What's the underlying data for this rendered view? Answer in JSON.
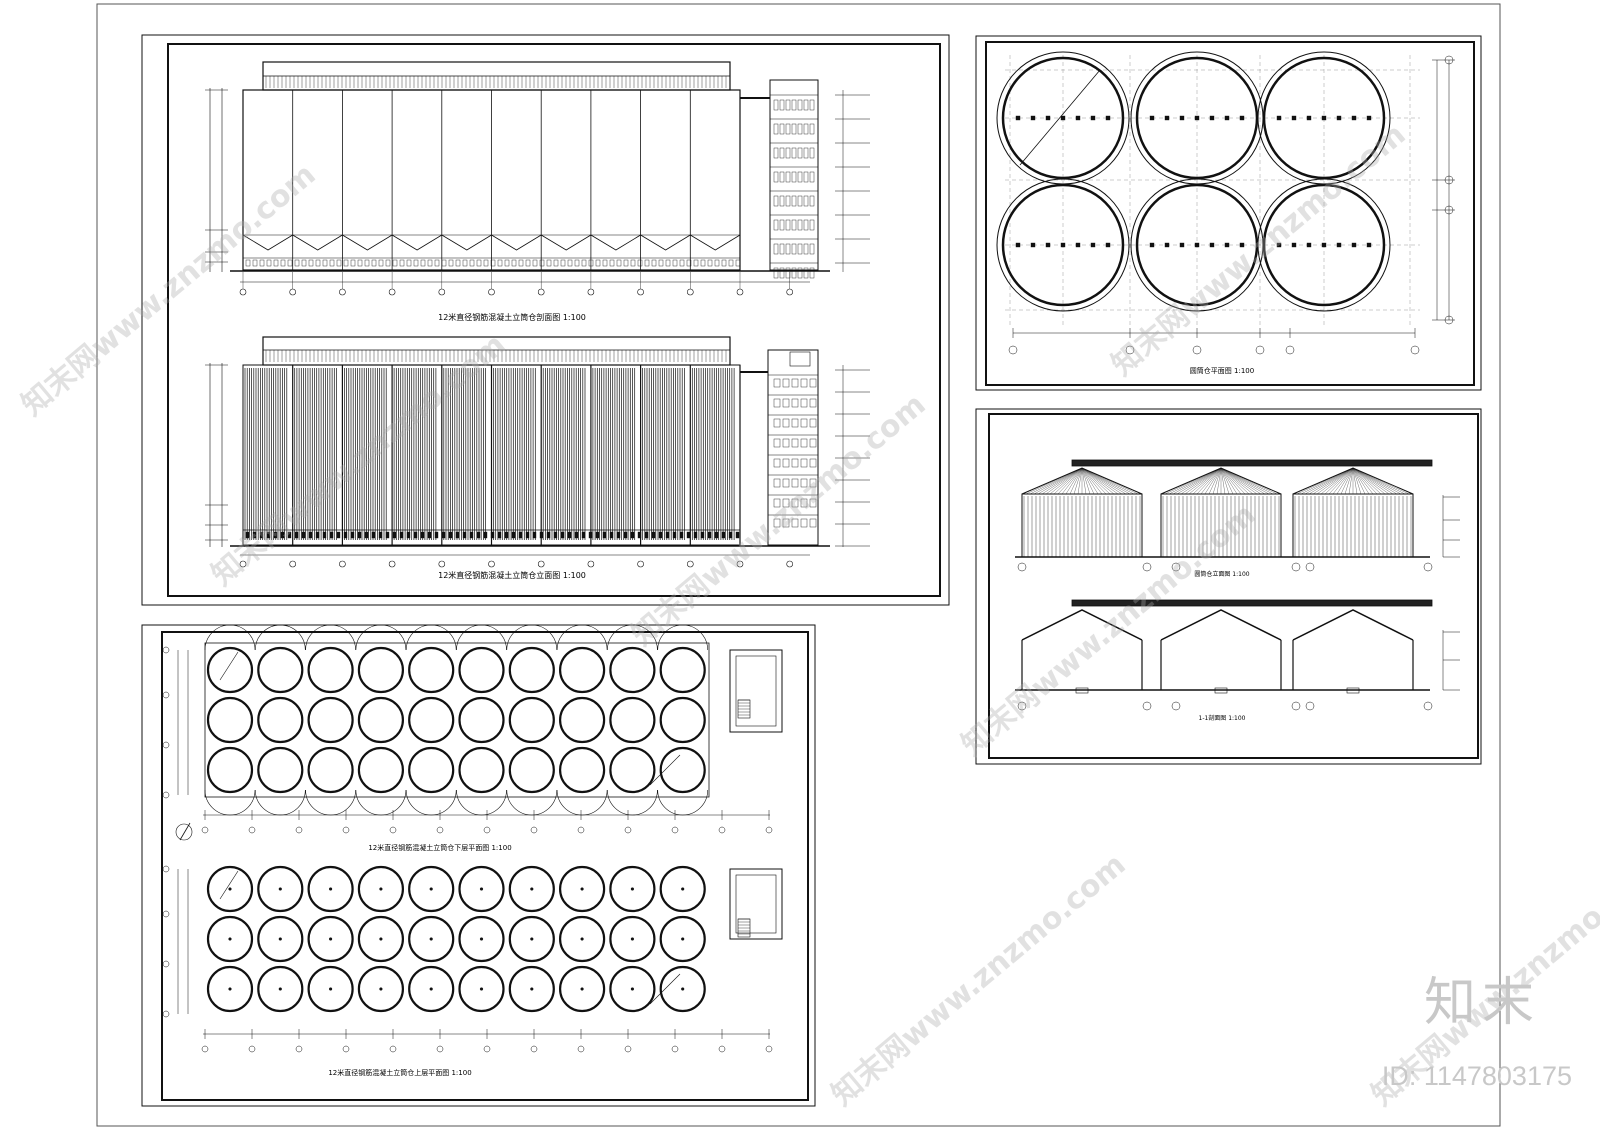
{
  "drawings": {
    "silo_section_title": "12米直径钢筋混凝土立筒仓剖面图 1:100",
    "silo_elevation_title": "12米直径钢筋混凝土立筒仓立面图 1:100",
    "silo_lower_plan_title": "12米直径钢筋混凝土立筒仓下层平面图 1:100",
    "silo_upper_plan_title": "12米直径钢筋混凝土立筒仓上层平面图 1:100",
    "round_plan_title": "圆筒仓平面图 1:100",
    "round_elevation_title": "圆筒仓立面图 1:100",
    "round_section_title": "1-1剖面图 1:100"
  },
  "watermark": {
    "brand": "知末",
    "id_label": "ID: 1147803175",
    "site": "知末网www.znzmo.com"
  },
  "colors": {
    "line": "#111111",
    "watermark": "#c8c8c8"
  }
}
